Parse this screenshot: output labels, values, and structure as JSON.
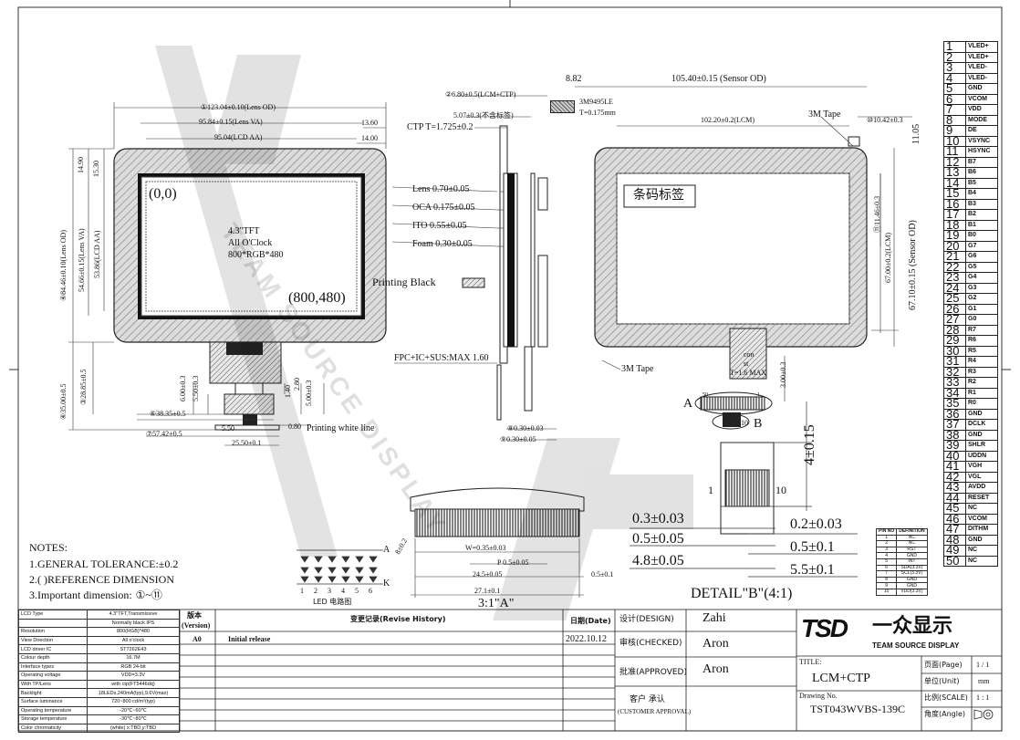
{
  "front": {
    "dim_lens_od": "123.04±0.10(Lens OD)",
    "dim_lens_va": "95.84±0.15(Lens VA)",
    "dim_lcd_aa": "95.04(LCD AA)",
    "dim_13_60": "13.60",
    "dim_14_00": "14.00",
    "dim_14_90": "14.90",
    "dim_15_30": "15.30",
    "dim_lens_od_v": "84.46±0.10(Lens OD)",
    "dim_lens_va_v": "54.66±0.15(Lens VA)",
    "dim_lcd_aa_v": "53.86(LCD AA)",
    "origin": "(0,0)",
    "corner": "(800,480)",
    "label_line1": "4.3\"TFT",
    "label_line2": "All O'Clock",
    "label_line3": "800*RGB*480",
    "dim_35_00": "35.00±0.5",
    "dim_28_85": "28.85±0.5",
    "dim_6_00": "6.00±0.3",
    "dim_5_50_v": "5.50±0.3",
    "dim_1_40": "1.40",
    "dim_2_80": "2.80",
    "dim_5_00": "5.00±0.3",
    "dim_38_35": "38.35±0.5",
    "dim_5_50": "5.50",
    "dim_0_80": "0.80",
    "printing_white": "Printing white line",
    "dim_57_42": "57.42±0.5",
    "dim_25_50": "25.50±0.1",
    "num_1": "1",
    "num_3": "3",
    "num_4": "4",
    "num_6": "6",
    "num_7": "7"
  },
  "side": {
    "dim_6_80": "6.80±0.5(LCM+CTP)",
    "dim_5_07": "5.07±0.3(不含标签)",
    "ctp_t": "CTP T=1.725±0.2",
    "lens": "Lens 0.70±0.05",
    "oca": "OCA 0.175±0.05",
    "ito": "ITO 0.55±0.05",
    "foam": "Foam 0.30±0.05",
    "printing_black": "Printing Black",
    "fpc_label": "FPC+IC+SUS:MAX 1.60",
    "dim_0_30_a": "0.30±0.03",
    "dim_0_30_b": "0.30±0.05",
    "num_2": "2",
    "num_8": "8",
    "num_9": "9"
  },
  "back": {
    "dim_8_82": "8.82",
    "dim_sensor_od": "105.40±0.15 (Sensor OD)",
    "tape_id": "3M9495LE",
    "tape_t": "T=0.175mm",
    "dim_102_20": "102.20±0.2(LCM)",
    "tape_label_1": "3M Tape",
    "dim_10_42": "10.42±0.3",
    "dim_11_05": "11.05",
    "barcode": "条码标签",
    "dim_11_46": "11.46±0.3",
    "dim_67_00": "67.00±0.2(LCM)",
    "dim_67_10": "67.10±0.15 (Sensor OD)",
    "tape_label_2": "3M Tape",
    "conn_note_1": "con",
    "conn_note_2": "st",
    "conn_t": "T=1.6 MAX",
    "dim_3_00": "3.00±0.3",
    "pin_50": "50",
    "pin_1": "1",
    "pin_10": "10",
    "mark_a": "A",
    "mark_b": "B",
    "num_10": "10",
    "num_11": "11"
  },
  "detail_b": {
    "dim_4": "4±0.15",
    "pin_1": "1",
    "pin_10": "10",
    "dim_0_3": "0.3±0.03",
    "dim_0_5": "0.5±0.05",
    "dim_4_8": "4.8±0.05",
    "dim_0_2": "0.2±0.03",
    "dim_0_5b": "0.5±0.1",
    "dim_5_5": "5.5±0.1",
    "title": "DETAIL\"B\"(4:1)"
  },
  "detail_a": {
    "dim_8_0_2": "8±0.2",
    "dim_w": "W=0.35±0.03",
    "dim_p": "P 0.5±0.05",
    "dim_24_5": "24.5±0.05",
    "dim_0_5": "0.5±0.1",
    "dim_27_1": "27.1±0.1",
    "title": "3:1\"A\""
  },
  "led": {
    "label_a": "A",
    "label_k": "K",
    "caption": "LED 电路图",
    "nums": [
      "1",
      "2",
      "3",
      "4",
      "5",
      "6"
    ]
  },
  "notes": {
    "title": "NOTES:",
    "n1": "1.GENERAL TOLERANCE:±0.2",
    "n2": "2.( )REFERENCE DIMENSION",
    "n3": "3.Important dimension:",
    "n3_symbol": "①~⑪"
  },
  "pins": [
    {
      "n": "1",
      "label": "VLED+"
    },
    {
      "n": "2",
      "label": "VLED+"
    },
    {
      "n": "3",
      "label": "VLED-"
    },
    {
      "n": "4",
      "label": "VLED-"
    },
    {
      "n": "5",
      "label": "GND"
    },
    {
      "n": "6",
      "label": "VCOM"
    },
    {
      "n": "7",
      "label": "VDD"
    },
    {
      "n": "8",
      "label": "MODE"
    },
    {
      "n": "9",
      "label": "DE"
    },
    {
      "n": "10",
      "label": "VSYNC"
    },
    {
      "n": "11",
      "label": "HSYNC"
    },
    {
      "n": "12",
      "label": "B7"
    },
    {
      "n": "13",
      "label": "B6"
    },
    {
      "n": "14",
      "label": "B5"
    },
    {
      "n": "15",
      "label": "B4"
    },
    {
      "n": "16",
      "label": "B3"
    },
    {
      "n": "17",
      "label": "B2"
    },
    {
      "n": "18",
      "label": "B1"
    },
    {
      "n": "19",
      "label": "B0"
    },
    {
      "n": "20",
      "label": "G7"
    },
    {
      "n": "21",
      "label": "G6"
    },
    {
      "n": "22",
      "label": "G5"
    },
    {
      "n": "23",
      "label": "G4"
    },
    {
      "n": "24",
      "label": "G3"
    },
    {
      "n": "25",
      "label": "G2"
    },
    {
      "n": "26",
      "label": "G1"
    },
    {
      "n": "27",
      "label": "G0"
    },
    {
      "n": "28",
      "label": "R7"
    },
    {
      "n": "29",
      "label": "R6"
    },
    {
      "n": "30",
      "label": "R5"
    },
    {
      "n": "31",
      "label": "R4"
    },
    {
      "n": "32",
      "label": "R3"
    },
    {
      "n": "33",
      "label": "R2"
    },
    {
      "n": "34",
      "label": "R1"
    },
    {
      "n": "35",
      "label": "R0"
    },
    {
      "n": "36",
      "label": "GND"
    },
    {
      "n": "37",
      "label": "DCLK"
    },
    {
      "n": "38",
      "label": "GND"
    },
    {
      "n": "39",
      "label": "SHLR"
    },
    {
      "n": "40",
      "label": "UDDN"
    },
    {
      "n": "41",
      "label": "VGH"
    },
    {
      "n": "42",
      "label": "VGL"
    },
    {
      "n": "43",
      "label": "AVDD"
    },
    {
      "n": "44",
      "label": "RESET"
    },
    {
      "n": "45",
      "label": "NC"
    },
    {
      "n": "46",
      "label": "VCOM"
    },
    {
      "n": "47",
      "label": "DITHM"
    },
    {
      "n": "48",
      "label": "GND"
    },
    {
      "n": "49",
      "label": "NC"
    },
    {
      "n": "50",
      "label": "NC"
    }
  ],
  "pinno": {
    "headers": [
      "PIN NO",
      "DEFINITION"
    ],
    "rows": [
      [
        "1",
        "NC"
      ],
      [
        "2",
        "NC"
      ],
      [
        "3",
        "RST"
      ],
      [
        "4",
        "GND"
      ],
      [
        "5",
        "INT"
      ],
      [
        "6",
        "SDA(3.3V)"
      ],
      [
        "7",
        "SCL(3.3V)"
      ],
      [
        "8",
        "GND"
      ],
      [
        "9",
        "GND"
      ],
      [
        "10",
        "VDD(3.3V)"
      ]
    ]
  },
  "spec": [
    [
      "LCD Type",
      "4.3\"TFT,Transmissive"
    ],
    [
      "",
      "Normally black IPS"
    ],
    [
      "Resolution",
      "800(RGB)*480"
    ],
    [
      "View Direction",
      "All o'clock"
    ],
    [
      "LCD driver IC",
      "ST7262E43"
    ],
    [
      "Colour depth",
      "16.7M"
    ],
    [
      "Interface types",
      "RGB 24-bit"
    ],
    [
      "Operating voltage",
      "VDD=3.3V"
    ],
    [
      "With TP/Lens",
      "with ctp(FT5446dq)"
    ],
    [
      "Backlight",
      "18LEDs,240mA(typ),9.6V(max)"
    ],
    [
      "Surface luminance",
      "720~800 cd/m²(typ)"
    ],
    [
      "Operating temperature",
      "-20℃~60℃"
    ],
    [
      "Storage temperature",
      "-30℃~80℃"
    ],
    [
      "Color chromaticity",
      "(white) x:TBD,y:TBD"
    ]
  ],
  "title_block": {
    "version_label": "版本",
    "version_label_en": "(Version)",
    "revise_label": "变更记录(Revise History)",
    "date_label": "日期(Date)",
    "version": "A0",
    "revise": "Initial release",
    "date": "2022.10.12",
    "design_label": "设计(DESIGN)",
    "design_name": "Zahi",
    "checked_label": "审核(CHECKED)",
    "checked_name": "Aron",
    "approved_label": "批准(APPROVED)",
    "approved_name": "Aron",
    "customer_label": "客户 承认",
    "customer_label_en": "(CUSTOMER APPROVAL)",
    "title_label": "TITLE:",
    "title": "LCM+CTP",
    "drawing_label": "Drawing No.",
    "drawing_no": "TST043WVBS-139C",
    "page_label": "页面(Page)",
    "page": "1 / 1",
    "unit_label": "单位(Unit)",
    "unit": "mm",
    "scale_label": "比例(SCALE)",
    "scale": "1 : 1",
    "angle_label": "角度(Angle)",
    "logo_cn": "一众显示",
    "logo_en": "TEAM SOURCE DISPLAY",
    "logo_mark": "TSD"
  },
  "watermark": {
    "text_1": "TEAM SOURCE DISPLAY"
  }
}
